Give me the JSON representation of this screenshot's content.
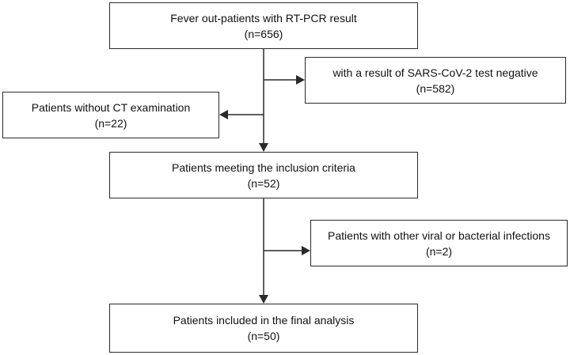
{
  "flowchart": {
    "screened": {
      "label": "Fever out-patients with RT-PCR result",
      "count": "(n=656)"
    },
    "negative": {
      "label": "with a result of SARS-CoV-2 test negative",
      "count": "(n=582)"
    },
    "no_ct": {
      "label": "Patients without CT examination",
      "count": "(n=22)"
    },
    "inclusion": {
      "label": "Patients meeting the inclusion criteria",
      "count": "(n=52)"
    },
    "other_infections": {
      "label": "Patients with other viral or bacterial infections",
      "count": "(n=2)"
    },
    "final": {
      "label": "Patients included in the final analysis",
      "count": "(n=50)"
    }
  }
}
